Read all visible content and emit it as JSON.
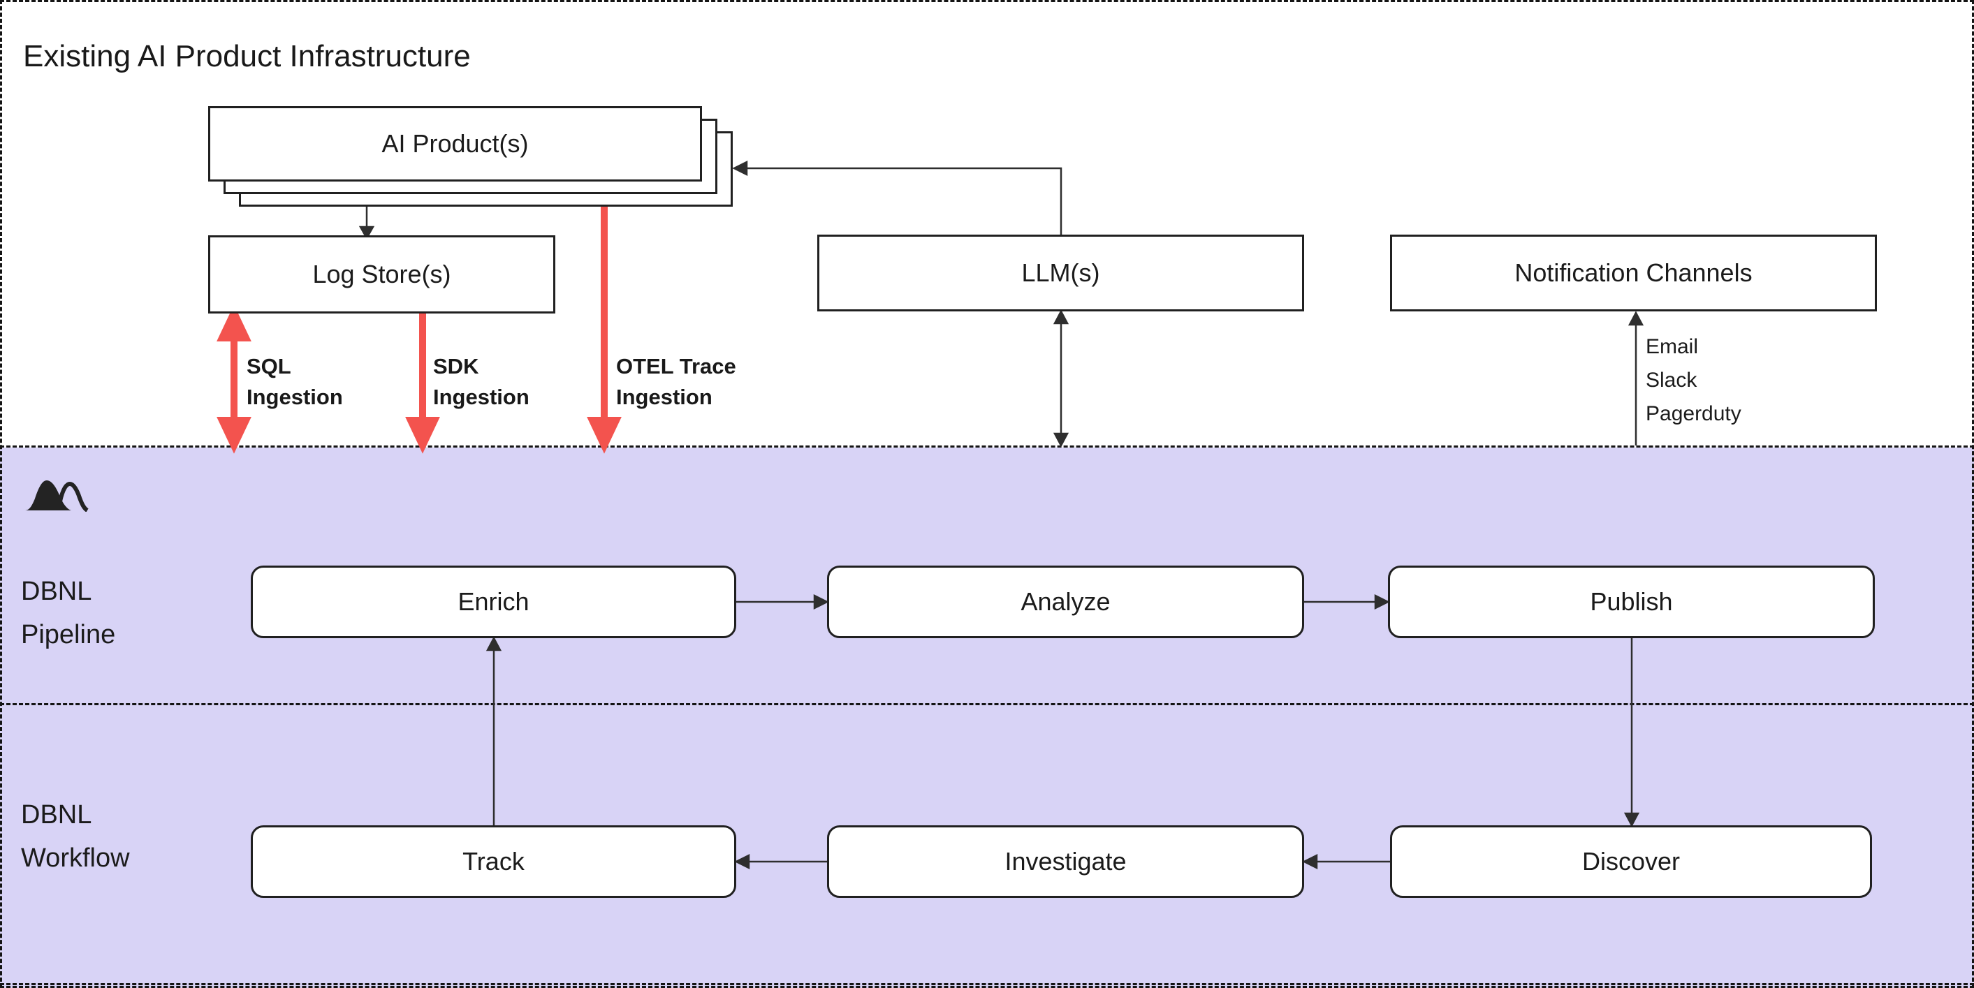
{
  "colors": {
    "section_fill": "#d8d3f6",
    "ingestion_red": "#f3534e",
    "stroke": "#202020"
  },
  "infrastructure": {
    "title": "Existing AI Product Infrastructure",
    "nodes": {
      "ai_products": "AI Product(s)",
      "log_stores": "Log Store(s)",
      "llms": "LLM(s)",
      "notification_channels": "Notification Channels"
    },
    "ingestion": {
      "sql": "SQL\nIngestion",
      "sdk": "SDK\nIngestion",
      "otel": "OTEL Trace\nIngestion"
    },
    "notification_list": "Email\nSlack\nPagerduty"
  },
  "pipeline": {
    "label": "DBNL\nPipeline",
    "steps": [
      "Enrich",
      "Analyze",
      "Publish"
    ]
  },
  "workflow": {
    "label": "DBNL\nWorkflow",
    "steps": [
      "Track",
      "Investigate",
      "Discover"
    ]
  }
}
